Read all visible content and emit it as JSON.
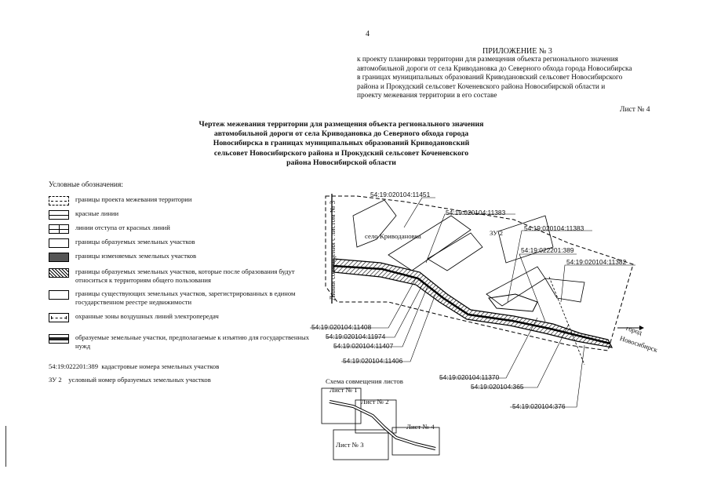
{
  "page_number": "4",
  "appendix": {
    "title": "ПРИЛОЖЕНИЕ № 3",
    "lines": [
      "к проекту планировки территории для размещения объекта   регионального    значения",
      "автомобильной дороги от села Криводановка до Северного обхода города Новосибирска",
      "в границах муниципальных образований Криводановский  сельсовет  Новосибирского",
      "района и Прокудский сельсовет   Коченевского района     Новосибирской   области    и",
      "проекту межевания территории в его составе"
    ],
    "sheet": "Лист № 4"
  },
  "drawing_title": [
    "Чертеж межевания территории для размещения объекта регионального значения",
    "автомобильной дороги от села Криводановка до Северного обхода города",
    "Новосибирска в границах муниципальных образований Криводановский",
    "сельсовет Новосибирского района и Прокудский сельсовет Коченевского",
    "района Новосибирской области"
  ],
  "legend": {
    "heading": "Условные обозначения:",
    "items": [
      {
        "id": "project-boundary",
        "symbol": "dashed-outline",
        "label": "границы проекта межевания территории"
      },
      {
        "id": "red-lines",
        "symbol": "mid-line",
        "label": "красные линии"
      },
      {
        "id": "setback-lines",
        "symbol": "tick-line",
        "label": "линии отступа от красных линий"
      },
      {
        "id": "formed-parcels",
        "symbol": "plain-box",
        "label": "границы образуемых земельных участков"
      },
      {
        "id": "changed-parcels",
        "symbol": "dark-fill",
        "label": "границы изменяемых земельных участков"
      },
      {
        "id": "public-parcels",
        "symbol": "hatch",
        "label": "границы образуемых земельных участков, которые после образования будут относиться к территориям общего пользования"
      },
      {
        "id": "existing-parcels",
        "symbol": "thin-box",
        "label": "границы существующих земельных участков, зарегистрированных в едином государственном реестре недвижимости"
      },
      {
        "id": "power-line-zones",
        "symbol": "arrow-line",
        "label": "охранные зоны воздушных линий электропередач"
      },
      {
        "id": "state-seized",
        "symbol": "thick-band",
        "label": "образуемые земельные участки, предполагаемые к изъятию для государственных нужд"
      }
    ],
    "cadastral_example": "54:19:022201:389",
    "cadastral_text": "кадастровые номера земельных участков",
    "zu_example": "ЗУ 2",
    "zu_text": "условный номер образуемых земельных участков"
  },
  "map": {
    "vertical_label": "Линия совмещения с листом № 3",
    "village": "село Криводановка",
    "zu_label": "ЗУ 2",
    "city_line1": "город",
    "city_line2": "Новосибирск",
    "cadastral_top": [
      "54:19:020104:11451",
      "54:19:020104:11383",
      "54:19:020104:11383",
      "54:19:022201:389",
      "54:19:020104:11382"
    ],
    "cadastral_bottom": [
      "54:19:020104:11408",
      "54:19:020104:11974",
      "54:19:020104:11407",
      "54:19:020104:11406",
      "54:19:020104:11370",
      "54:19:020104:365",
      "54:19:020104:376"
    ]
  },
  "inset": {
    "title": "Схема совмещения листов",
    "sheets": [
      "Лист № 1",
      "Лист № 2",
      "Лист № 3",
      "Лист № 4"
    ]
  }
}
